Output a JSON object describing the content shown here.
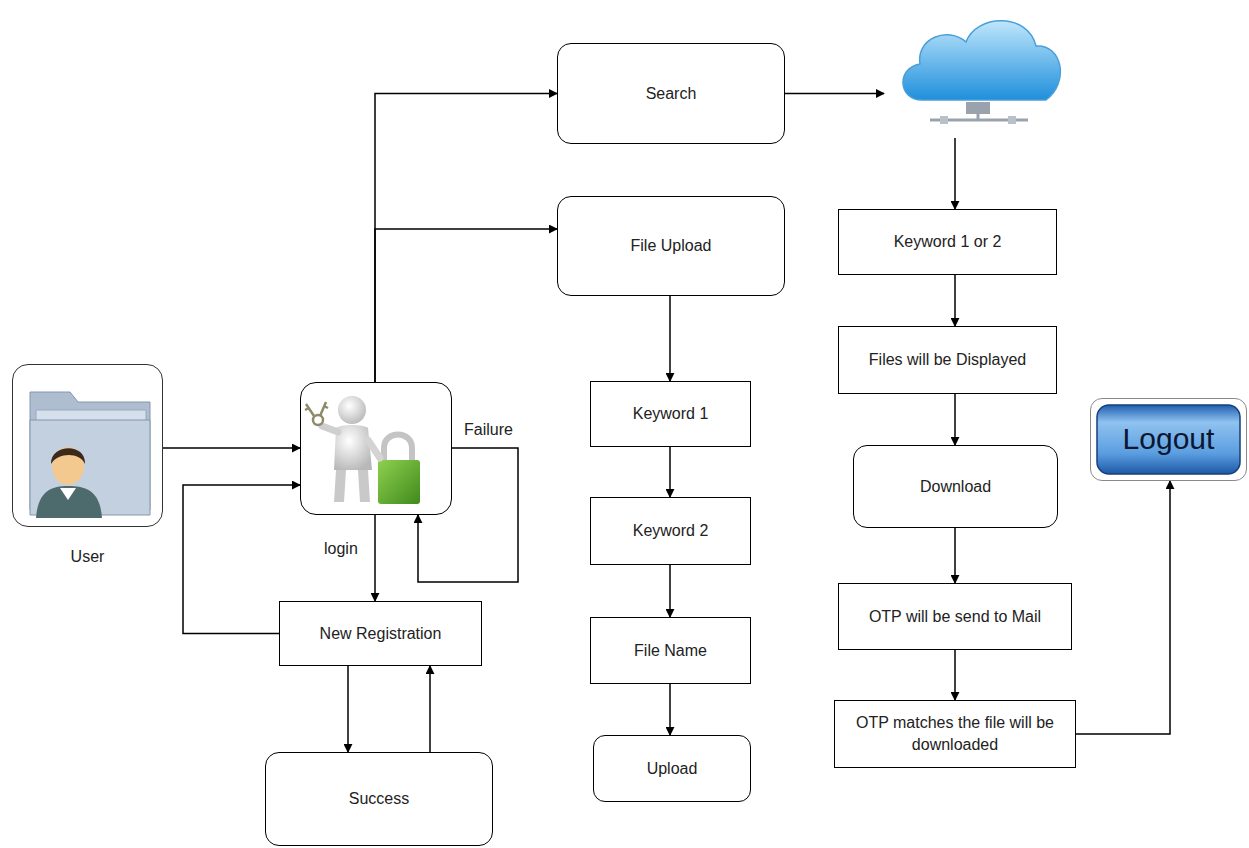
{
  "diagram": {
    "nodes": [
      {
        "text": [
          "User"
        ]
      },
      {
        "text": []
      },
      {
        "text": [
          "New Registration"
        ]
      },
      {
        "text": [
          "Success"
        ]
      },
      {
        "text": [
          "Search"
        ]
      },
      {
        "text": [
          "File Upload"
        ]
      },
      {
        "text": [
          "Keyword 1"
        ]
      },
      {
        "text": [
          "Keyword 2"
        ]
      },
      {
        "text": [
          "File Name"
        ]
      },
      {
        "text": [
          "Upload"
        ]
      },
      {
        "text": []
      },
      {
        "text": [
          "Keyword 1 or 2"
        ]
      },
      {
        "text": [
          "Files will be Displayed"
        ]
      },
      {
        "text": [
          "Download"
        ]
      },
      {
        "text": [
          "OTP will be send to Mail"
        ]
      },
      {
        "text": [
          "OTP matches the file will be downloaded"
        ]
      },
      {
        "text": [
          "Logout"
        ]
      }
    ],
    "edges": [
      {
        "from": 0,
        "to": 1,
        "arrow": "to"
      },
      {
        "from": 1,
        "to": 4,
        "arrow": "to"
      },
      {
        "from": 1,
        "to": 5,
        "arrow": "to"
      },
      {
        "from": 1,
        "to": 2,
        "label": "login",
        "arrow": "to"
      },
      {
        "from": 1,
        "to": 1,
        "label": "Failure",
        "arrow": "to"
      },
      {
        "from": 2,
        "to": 1,
        "arrow": "to"
      },
      {
        "from": 2,
        "to": 3,
        "arrow": "to"
      },
      {
        "from": 3,
        "to": 2,
        "arrow": "to"
      },
      {
        "from": 4,
        "to": 10,
        "arrow": "to"
      },
      {
        "from": 5,
        "to": 6,
        "arrow": "to"
      },
      {
        "from": 6,
        "to": 7,
        "arrow": "to"
      },
      {
        "from": 7,
        "to": 8,
        "arrow": "to"
      },
      {
        "from": 8,
        "to": 9,
        "arrow": "to"
      },
      {
        "from": 10,
        "to": 11,
        "arrow": "to"
      },
      {
        "from": 11,
        "to": 12,
        "arrow": "to"
      },
      {
        "from": 12,
        "to": 13,
        "arrow": "to"
      },
      {
        "from": 13,
        "to": 14,
        "arrow": "to"
      },
      {
        "from": 14,
        "to": 15,
        "arrow": "to"
      },
      {
        "from": 15,
        "to": 16,
        "arrow": "to"
      }
    ]
  }
}
